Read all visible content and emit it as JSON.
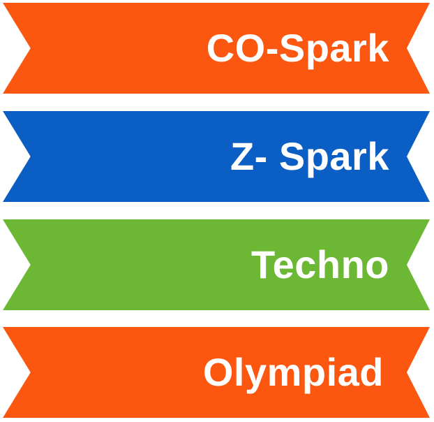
{
  "banners": [
    {
      "label": "CO-Spark",
      "color": "#fb5710"
    },
    {
      "label": "Z- Spark",
      "color": "#0a5ec4"
    },
    {
      "label": "Techno",
      "color": "#6cb835"
    },
    {
      "label": "Olympiad",
      "color": "#fb5710"
    }
  ]
}
